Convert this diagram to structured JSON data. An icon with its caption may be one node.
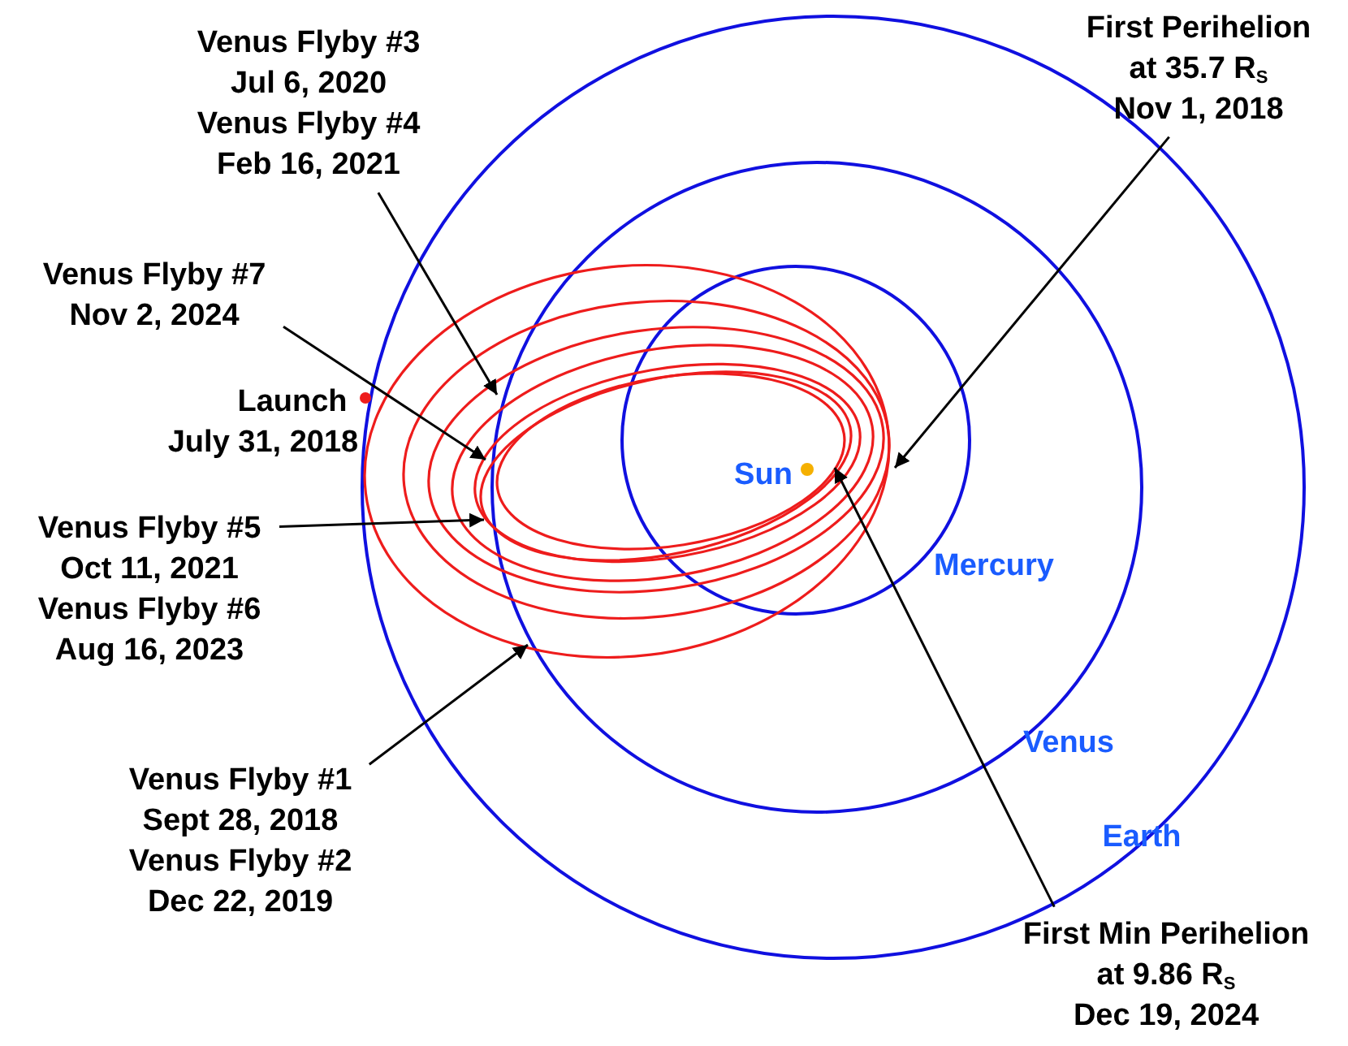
{
  "diagram": {
    "nodes": [
      {
        "text": [
          "Venus Flyby #3 Jul 6, 2020",
          "Venus Flyby #4 Feb 16, 2021"
        ]
      },
      {
        "text": [
          "First Perihelion",
          "at 35.7 R$_{S}$",
          "Nov 1, 2018"
        ]
      },
      {
        "text": [
          "Venus Flyby #7 Nov 2, 2024"
        ]
      },
      {
        "text": [
          "Venus Flyby #5 Oct 11, 2021",
          "Venus Flyby #6 Aug 16, 2023"
        ]
      },
      {
        "text": [
          "Venus Flyby #1 Sept 28, 2018",
          "Venus Flyby #2 Dec 22, 2019"
        ]
      },
      {
        "text": [
          "First Min Perihelion",
          "at 9.86 R$_{S}$",
          "Dec 19, 2024"
        ]
      },
      {
        "text": [],
        "shape": "picture"
      }
    ],
    "edges": [
      {
        "from": 0,
        "to": 6,
        "arrow": "to"
      },
      {
        "from": 1,
        "to": 6,
        "arrow": "to"
      },
      {
        "from": 2,
        "to": 6,
        "arrow": "to"
      },
      {
        "from": 3,
        "to": 6,
        "arrow": "to"
      },
      {
        "from": 4,
        "to": 6,
        "arrow": "to"
      },
      {
        "from": 5,
        "to": 6,
        "arrow": "to"
      }
    ],
    "labels": [
      "Launch",
      "July 31, 2018",
      "Sun",
      "Mercury",
      "Venus",
      "Earth"
    ]
  }
}
